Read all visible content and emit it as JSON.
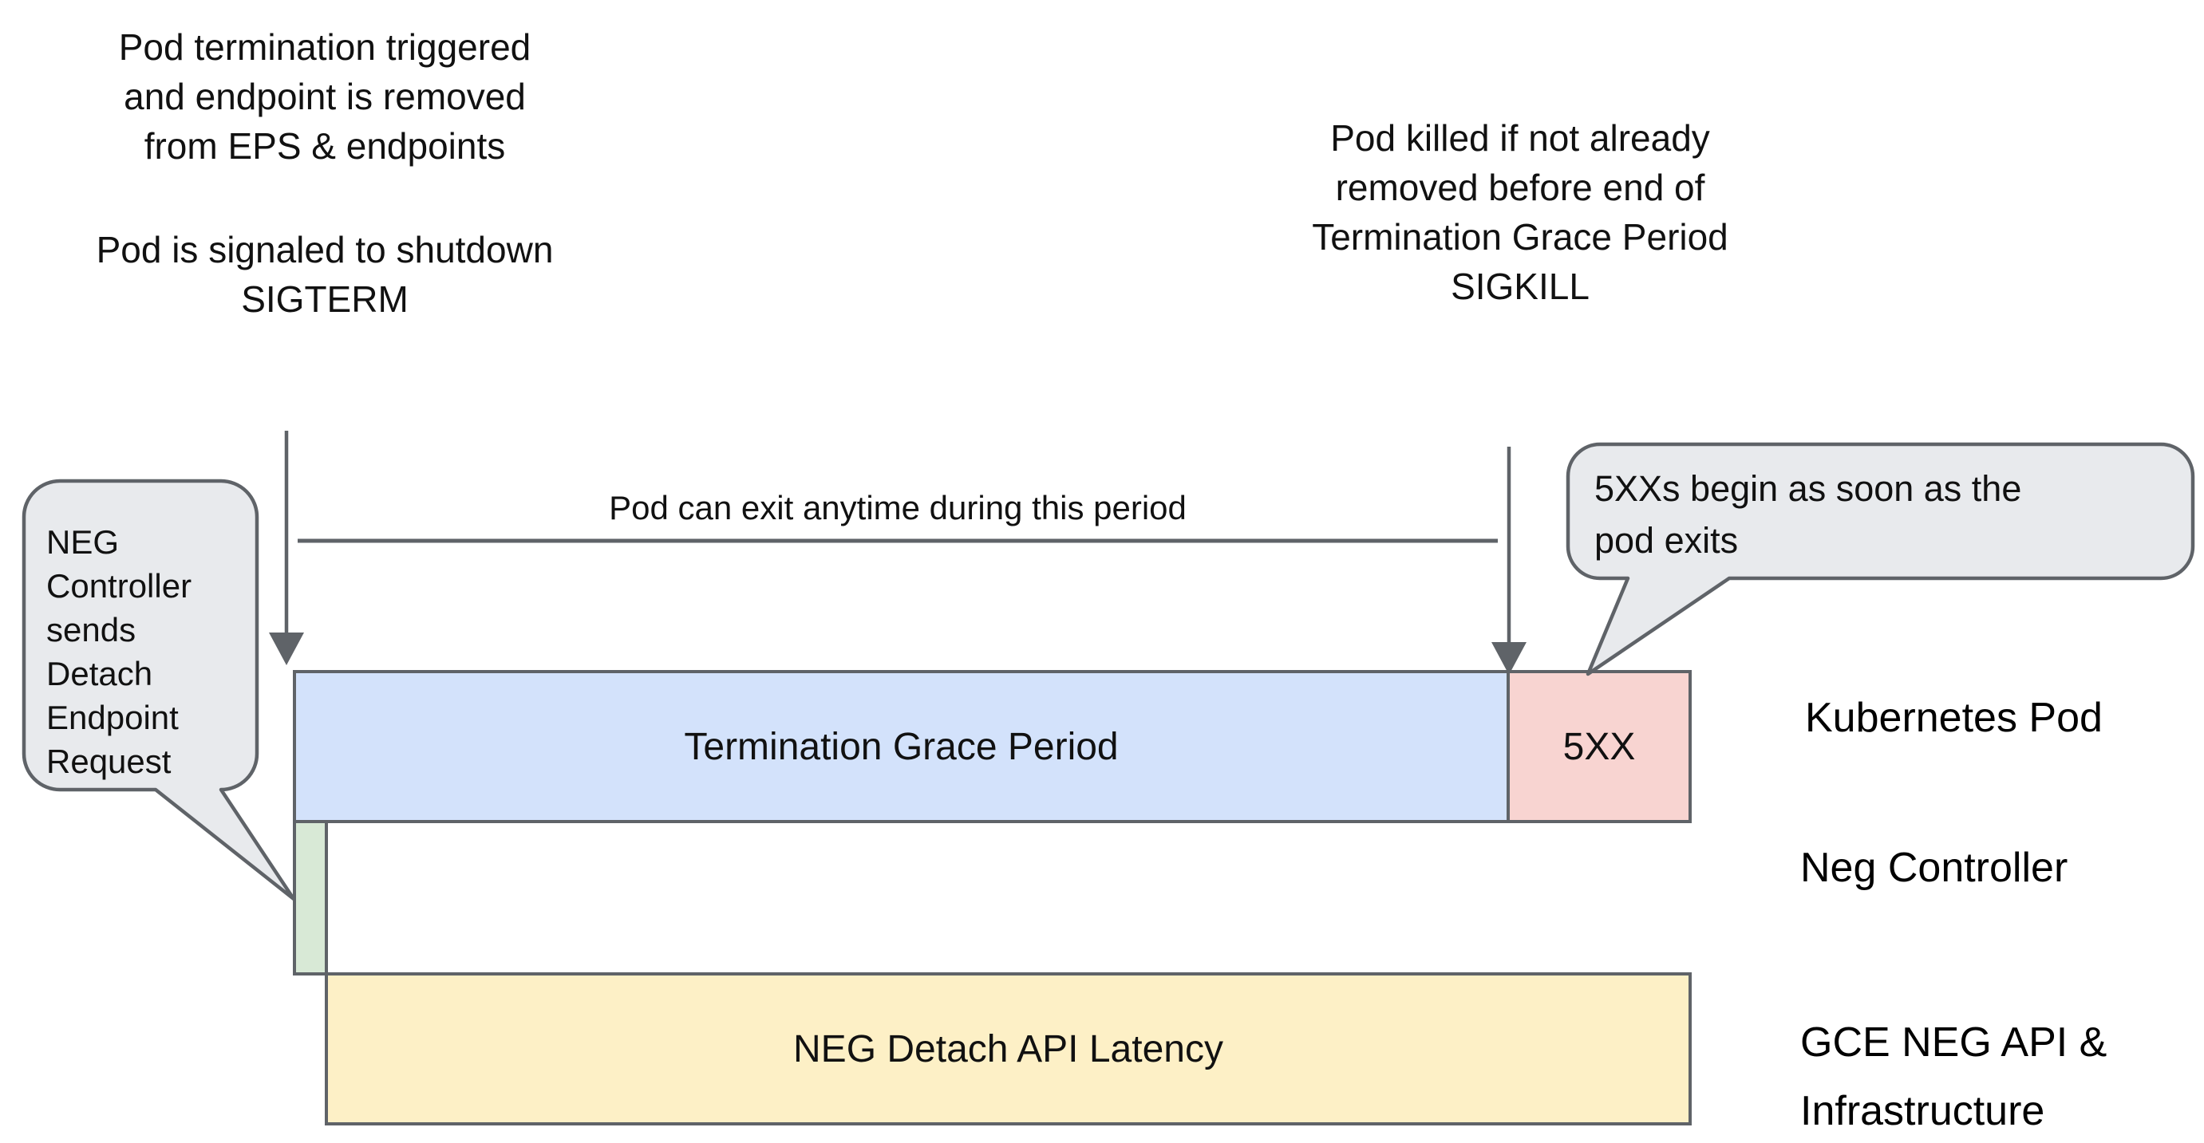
{
  "colors": {
    "outline_gray": "#5f6368",
    "callout_fill": "#e8eaed",
    "grace_period_blue": "#d3e2fb",
    "error_5xx_pink": "#f8d4d1",
    "detach_green": "#d8e9d6",
    "latency_yellow": "#fdf0c6",
    "background": "#ffffff",
    "text": "#111111"
  },
  "annotations": {
    "pod_termination": {
      "lines": [
        "Pod termination triggered",
        "and endpoint is removed",
        "from EPS & endpoints"
      ]
    },
    "sigterm": {
      "lines": [
        "Pod is signaled to shutdown",
        "SIGTERM"
      ]
    },
    "sigkill": {
      "lines": [
        "Pod killed if not already",
        "removed before end of",
        "Termination Grace Period",
        "SIGKILL"
      ]
    },
    "period_label": "Pod can exit anytime during this period"
  },
  "callouts": {
    "neg_controller_detach": {
      "lines": [
        "NEG",
        "Controller",
        "sends",
        "Detach",
        "Endpoint",
        "Request"
      ]
    },
    "fivexx_begin": {
      "lines": [
        "5XXs begin as soon as the",
        "pod exits"
      ]
    }
  },
  "timeline": {
    "grace_period_label": "Termination Grace Period",
    "fivexx_label": "5XX",
    "latency_label": "NEG Detach API Latency"
  },
  "lanes": {
    "kubernetes_pod": "Kubernetes Pod",
    "neg_controller": "Neg Controller",
    "gce_neg": {
      "lines": [
        "GCE NEG API &",
        "Infrastructure"
      ]
    }
  }
}
